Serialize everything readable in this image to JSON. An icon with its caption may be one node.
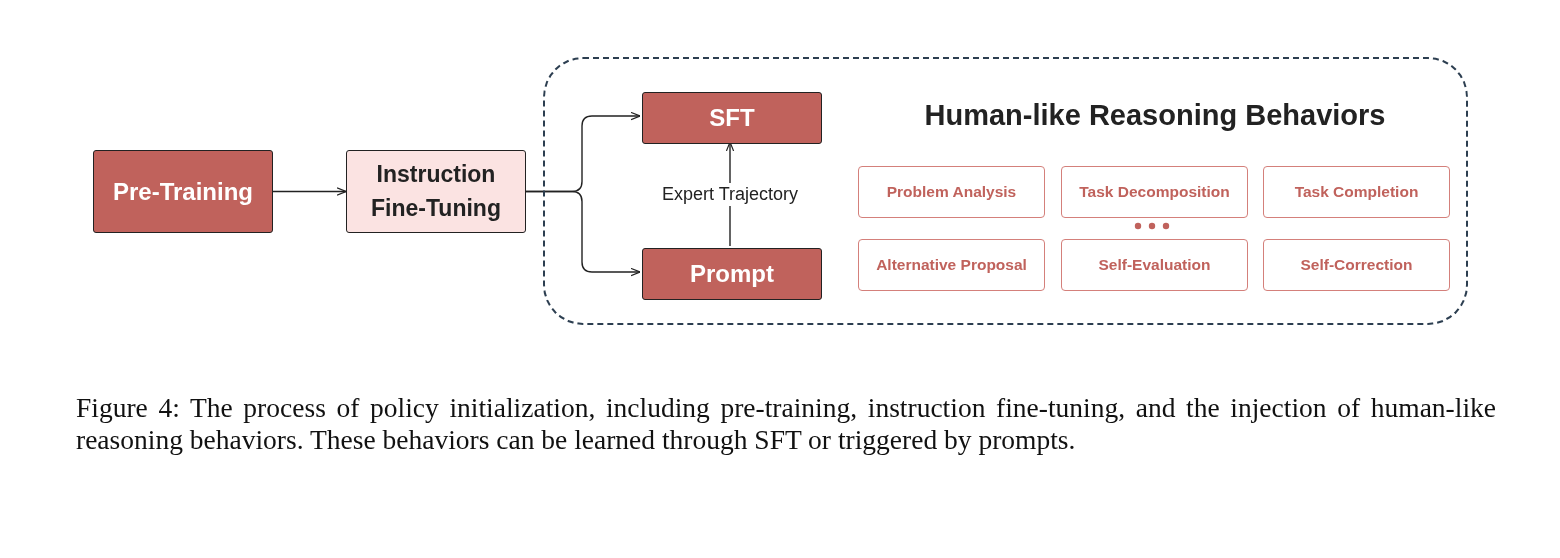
{
  "diagram": {
    "caption": "Figure 4: The process of policy initialization, including pre-training, instruction fine-tuning, and the injection of human-like reasoning behaviors. These behaviors can be learned through SFT or triggered by prompts.",
    "nodes": [
      {
        "text": [
          "Pre-Training"
        ]
      },
      {
        "text": [
          "Instruction Fine-Tuning"
        ]
      },
      {
        "text": [
          "Human-like Reasoning Behaviors"
        ]
      },
      {
        "text": [
          "SFT"
        ],
        "in": 2
      },
      {
        "text": [
          "Prompt"
        ],
        "in": 2
      },
      {
        "text": [
          "Problem Analysis"
        ],
        "in": 2
      },
      {
        "text": [
          "Task Decomposition"
        ],
        "in": 2
      },
      {
        "text": [
          "Task Completion"
        ],
        "in": 2
      },
      {
        "text": [
          "Alternative Proposal"
        ],
        "in": 2
      },
      {
        "text": [
          "Self-Evaluation"
        ],
        "in": 2
      },
      {
        "text": [
          "Self-Correction"
        ],
        "in": 2
      }
    ],
    "edges": [
      {
        "from": 0,
        "to": 1,
        "arrow": "to"
      },
      {
        "from": 1,
        "to": 3,
        "arrow": "to"
      },
      {
        "from": 1,
        "to": 4,
        "arrow": "to"
      },
      {
        "from": 4,
        "to": 3,
        "arrow": "to",
        "label": "Expert Trajectory"
      }
    ]
  }
}
